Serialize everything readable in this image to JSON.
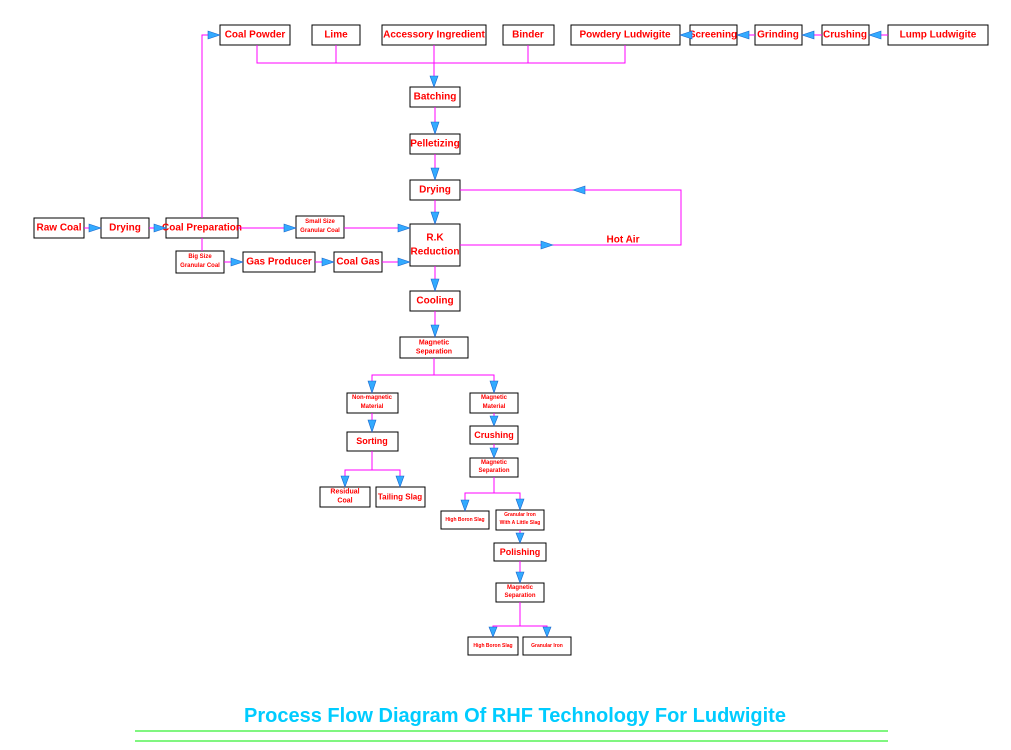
{
  "diagram": {
    "boxes": {
      "coal_powder": "Coal Powder",
      "lime": "Lime",
      "accessory": "Accessory Ingredient",
      "binder": "Binder",
      "powdery": "Powdery Ludwigite",
      "screening": "Screening",
      "grinding": "Grinding",
      "crushing_top": "Crushing",
      "lump": "Lump Ludwigite",
      "batching": "Batching",
      "pelletizing": "Pelletizing",
      "drying_main": "Drying",
      "raw_coal": "Raw Coal",
      "drying_coal": "Drying",
      "coal_prep": "Coal Preparation",
      "small_size": [
        "Small Size",
        "Granular Coal"
      ],
      "big_size": [
        "Big Size",
        "Granular Coal"
      ],
      "gas_producer": "Gas Producer",
      "coal_gas": "Coal Gas",
      "rk_reduction": [
        "R.K",
        "Reduction"
      ],
      "hot_air": "Hot Air",
      "cooling": "Cooling",
      "mag_sep_1": [
        "Magnetic",
        "Separation"
      ],
      "non_magnetic": [
        "Non-magnetic",
        "Material"
      ],
      "magnetic_material": [
        "Magnetic",
        "Material"
      ],
      "sorting": "Sorting",
      "residual_coal": [
        "Residual",
        "Coal"
      ],
      "tailing_slag": "Tailing Slag",
      "crushing_mid": "Crushing",
      "mag_sep_2": [
        "Magnetic",
        "Separation"
      ],
      "high_boron_1": "High Boron Slag",
      "granular_iron_slag": [
        "Granular Iron",
        "With A Little Slag"
      ],
      "polishing": "Polishing",
      "mag_sep_3": [
        "Magnetic",
        "Separation"
      ],
      "high_boron_2": "High Boron Slag",
      "granular_iron": "Granular Iron"
    },
    "title": "Process Flow Diagram Of RHF Technology For Ludwigite",
    "colors": {
      "text": "#ff0000",
      "lines": "#ff00ff",
      "arrows": "#33aaff",
      "title": "#00ccff",
      "underline": "#00ee00"
    }
  }
}
